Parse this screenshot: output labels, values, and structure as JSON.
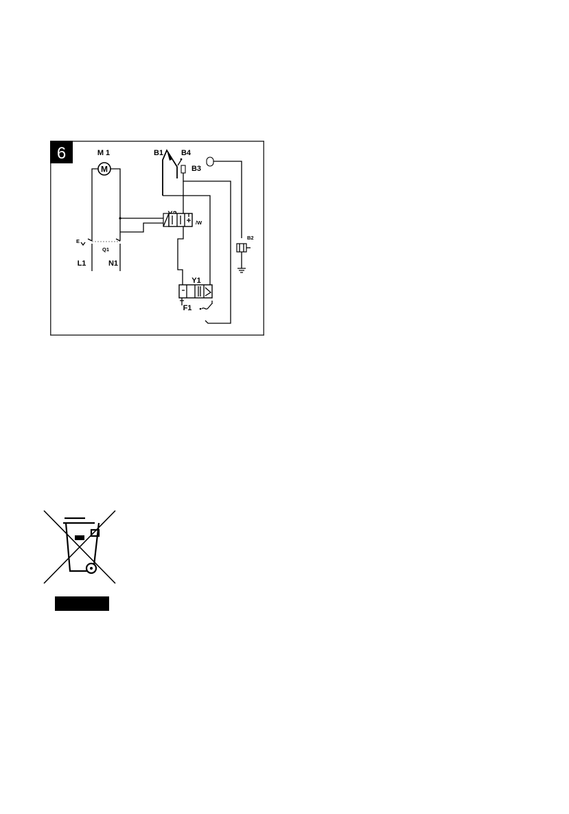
{
  "figure": {
    "number": "6",
    "labels": {
      "motor": "M 1",
      "motor_symbol": "M",
      "b1": "B1",
      "b4": "B4",
      "b3": "B3",
      "b2": "B2",
      "y2": "Y2",
      "w": "/W",
      "y1": "Y1",
      "f1": "F1",
      "e": "E",
      "q1": "Q1",
      "l1": "L1",
      "n1": "N1"
    }
  },
  "colors": {
    "ink": "#000000",
    "frame": "#333333",
    "background": "#ffffff"
  },
  "icons": {
    "weee": "crossed-out-wheelie-bin-icon"
  }
}
